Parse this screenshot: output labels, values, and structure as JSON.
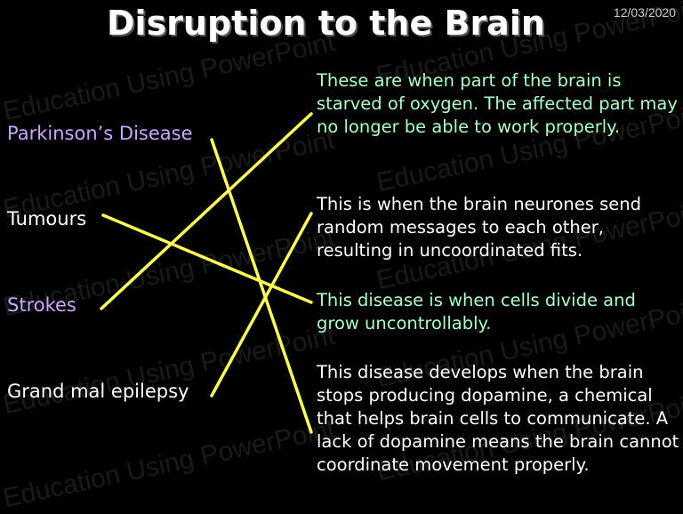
{
  "slide": {
    "title": "Disruption to the Brain",
    "date": "12/03/2020",
    "watermark": "Education Using PowerPoint"
  },
  "terms": [
    {
      "label": "Parkinson’s Disease",
      "color": "#c9a6ff"
    },
    {
      "label": "Tumours",
      "color": "#ffffff"
    },
    {
      "label": "Strokes",
      "color": "#c9a6ff"
    },
    {
      "label": "Grand mal epilepsy",
      "color": "#ffffff"
    }
  ],
  "definitions": [
    {
      "text": "These are when part of the brain is starved of oxygen.  The affected part may no longer be able to work properly.",
      "color": "#a8ffc8"
    },
    {
      "text": "This is when the brain neurones send random messages to each other, resulting in uncoordinated fits.",
      "color": "#ffffff"
    },
    {
      "text": "This disease is when cells divide and grow uncontrollably.",
      "color": "#a8ffc8"
    },
    {
      "text": "This disease develops when the brain stops producing dopamine, a chemical that helps brain cells to communicate.  A lack of dopamine means the brain cannot coordinate movement properly.",
      "color": "#ffffff"
    }
  ],
  "colors": {
    "background": "#000000",
    "line": "#ffff55"
  }
}
